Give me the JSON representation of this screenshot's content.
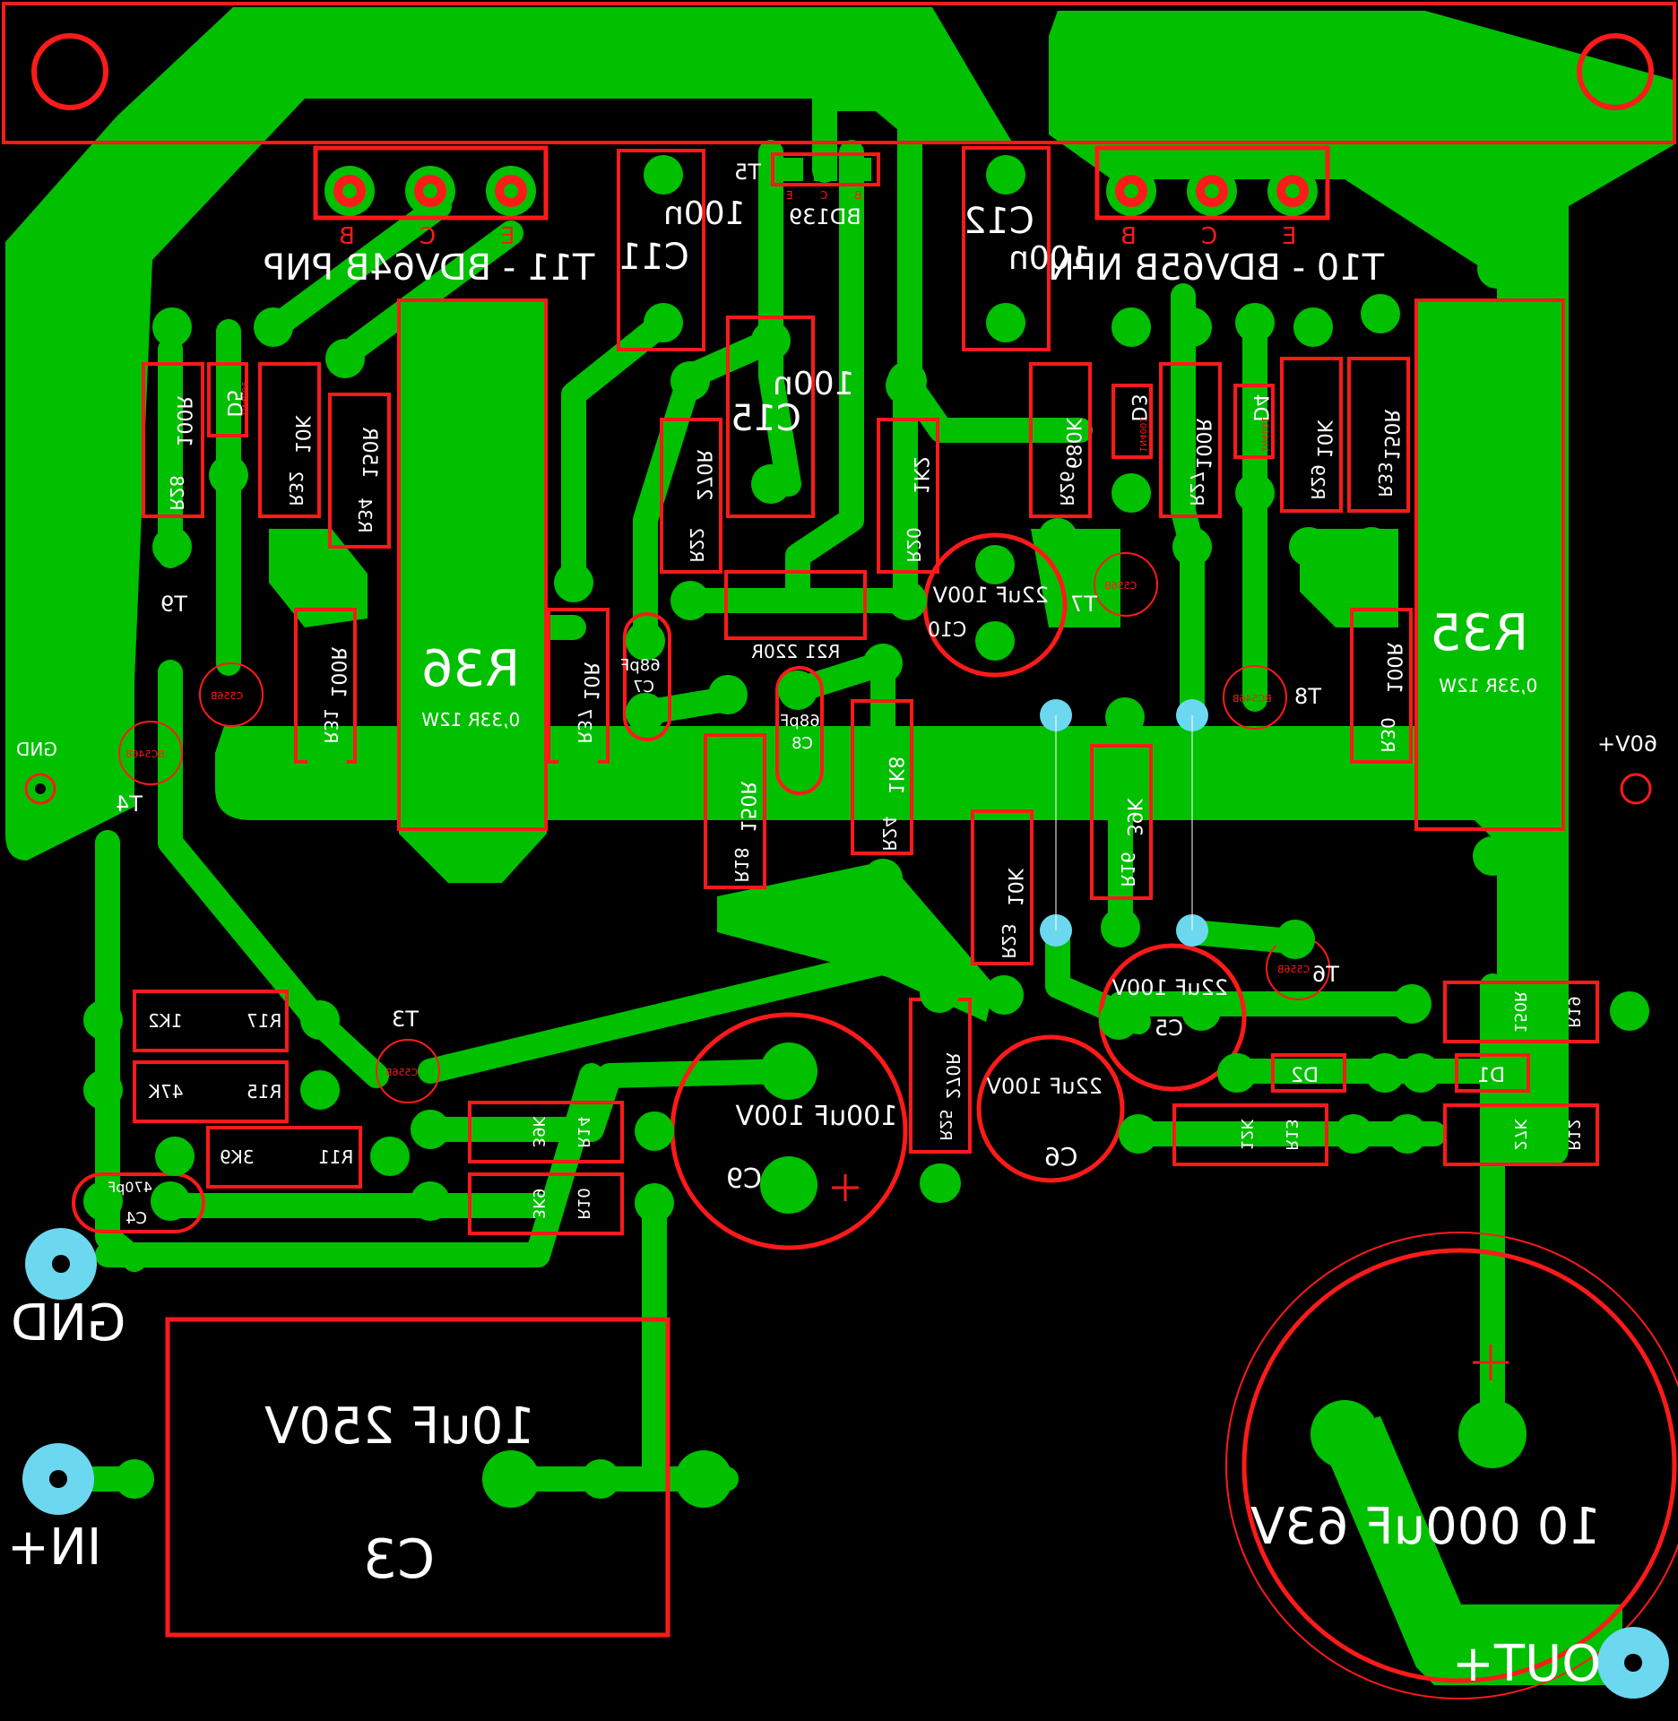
{
  "colors": {
    "background": "#000000",
    "copper": "#00c000",
    "silkscreen": "#ff1a1a",
    "label": "#ffffff",
    "connector_pad": "#6cd8f0",
    "drill": "#000000"
  },
  "transistors": {
    "t11_label": "T11 - BDV64B PNP",
    "t10_label": "T10 - BDV65B NPN",
    "t11_pins": [
      "B",
      "C",
      "E"
    ],
    "t10_pins": [
      "B",
      "C",
      "E"
    ],
    "t5_label": "T5",
    "t5_part": "BD139",
    "t5_pins": [
      "E",
      "C",
      "B"
    ],
    "t3": "T3",
    "t3_part": "C556B",
    "t4": "T4",
    "t4_part": "BC546B",
    "t6": "T6",
    "t6_part": "C556B",
    "t7": "T7",
    "t7_part": "C556B",
    "t8": "T8",
    "t8_part": "BC546B",
    "t9": "T9",
    "t9_part": "C556B"
  },
  "capacitors": {
    "c11_name": "C11",
    "c11_value": "100n",
    "c12_name": "C12",
    "c12_value": "100n",
    "c15_name": "C15",
    "c15_value": "100n",
    "c7_name": "C7",
    "c7_value": "68pF",
    "c8_name": "C8",
    "c8_value": "68pF",
    "c10_name": "C10",
    "c10_value": "22uF 100V",
    "c5_name": "C5",
    "c5_value": "22uF 100V",
    "c6_name": "C6",
    "c6_value": "22uF 100V",
    "c9_name": "C9",
    "c9_value": "100uF 100V",
    "c4_name": "C4",
    "c4_value": "470pF",
    "c3_name": "C3",
    "c3_value": "10uF 250V",
    "cmain_value": "10 000uF 63V"
  },
  "resistors": {
    "r28": "R28",
    "r28_value": "100R",
    "r32": "R32",
    "r32_value": "10K",
    "r34": "R34",
    "r34_value": "150R",
    "r31": "R31",
    "r31_value": "100R",
    "r36": "R36",
    "r36_value": "0,33R 12W",
    "r37": "R37",
    "r37_value": "10R",
    "r22": "R22",
    "r22_value": "270R",
    "r20": "R20",
    "r20_value": "1K2",
    "r21": "R21",
    "r21_value": "220R",
    "r26": "R26",
    "r26_value": "680K",
    "r27": "R27",
    "r27_value": "100R",
    "r29": "R29",
    "r29_value": "10K",
    "r33": "R33",
    "r33_value": "150R",
    "r35": "R35",
    "r35_value": "0,33R 12W",
    "r30": "R30",
    "r30_value": "100R",
    "r18": "R18",
    "r18_value": "150R",
    "r24": "R24",
    "r24_value": "1K8",
    "r16": "R16",
    "r16_value": "39K",
    "r23": "R23",
    "r23_value": "10K",
    "r17": "R17",
    "r17_value": "1K2",
    "r15": "R15",
    "r15_value": "47K",
    "r11": "R11",
    "r11_value": "3K9",
    "r14": "R14",
    "r14_value": "39K",
    "r10": "R10",
    "r10_value": "3K9",
    "r25": "R25",
    "r25_value": "270R",
    "r13": "R13",
    "r13_value": "12K",
    "r12": "R12",
    "r12_value": "27K",
    "r19": "R19",
    "r19_value": "150R"
  },
  "diodes": {
    "d1": "D1",
    "d2": "D2",
    "d3": "D3",
    "d4": "D4",
    "d5": "D5",
    "d_part": "1N4001"
  },
  "connectors": {
    "gnd_large": "GND",
    "in_plus": "IN+",
    "out_plus": "OUT+",
    "gnd_small": "GND",
    "v60_plus": "60V+"
  }
}
